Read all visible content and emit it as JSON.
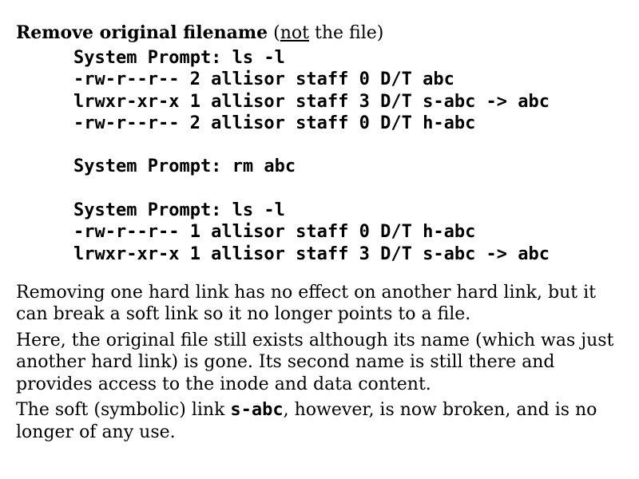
{
  "heading": {
    "bold": "Remove original filename",
    "open": " (",
    "not": "not",
    "rest": " the file)"
  },
  "terminal": {
    "block1": [
      "System Prompt: ls -l",
      "-rw-r--r-- 2 allisor staff 0 D/T abc",
      "lrwxr-xr-x 1 allisor staff 3 D/T s-abc -> abc",
      "-rw-r--r-- 2 allisor staff 0 D/T h-abc"
    ],
    "block2": [
      "System Prompt: rm abc"
    ],
    "block3": [
      "System Prompt: ls -l",
      "-rw-r--r-- 1 allisor staff 0 D/T h-abc",
      "lrwxr-xr-x 1 allisor staff 3 D/T s-abc -> abc"
    ]
  },
  "paragraphs": {
    "p1": "Removing one hard link has no effect on another hard link, but it can break a soft link so it no longer points to a file.",
    "p2": "Here, the original file still exists although its name (which was just another hard link) is gone. Its second name is still there and provides access to the inode and data content.",
    "p3_before": "The soft (symbolic) link ",
    "p3_code": "s-abc",
    "p3_after": ", however, is now broken, and is no longer of any use."
  }
}
